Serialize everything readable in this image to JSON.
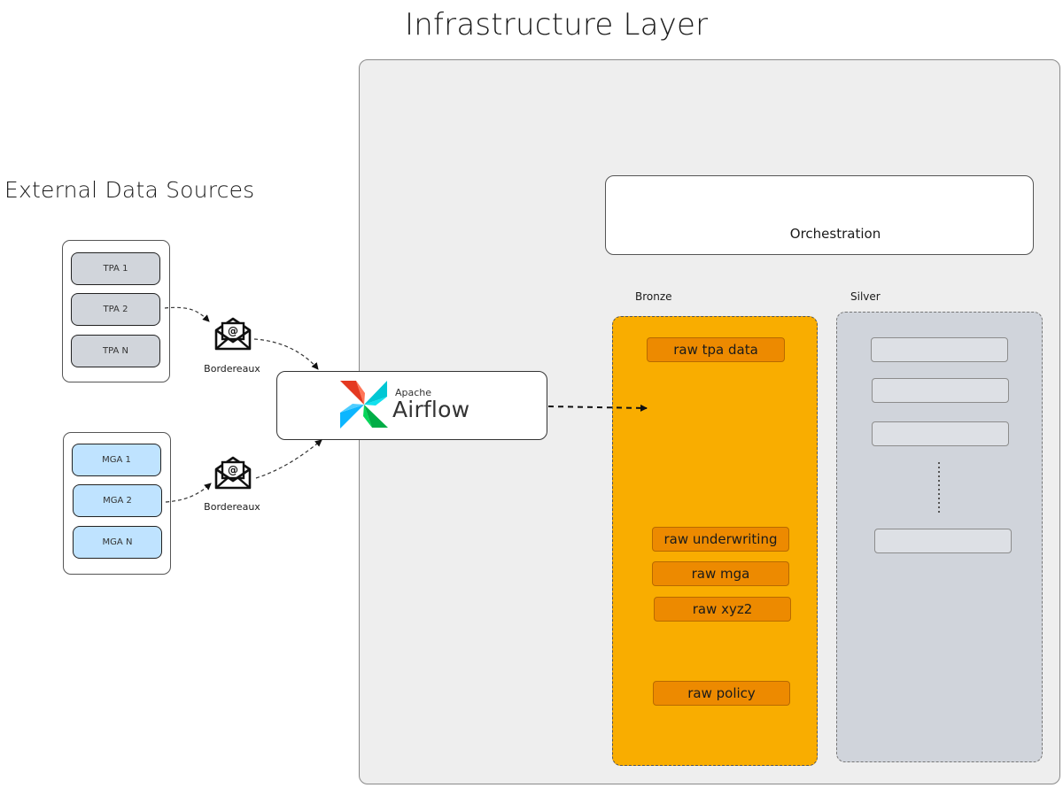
{
  "titles": {
    "infrastructure": "Infrastructure Layer",
    "external": "External Data Sources"
  },
  "orchestration": {
    "label": "Orchestration"
  },
  "zones": {
    "bronze": {
      "label": "Bronze",
      "color": "#f9ad00"
    },
    "silver": {
      "label": "Silver",
      "color": "#d0d4db"
    }
  },
  "bronze_items": [
    "raw tpa data",
    "raw underwriting",
    "raw mga",
    "raw xyz2",
    "raw policy"
  ],
  "sources": {
    "tpa": [
      "TPA 1",
      "TPA 2",
      "TPA N"
    ],
    "mga": [
      "MGA 1",
      "MGA 2",
      "MGA N"
    ]
  },
  "bordereaux": {
    "top": "Bordereaux",
    "bottom": "Bordereaux"
  },
  "airflow": {
    "apache": "Apache",
    "name": "Airflow"
  }
}
